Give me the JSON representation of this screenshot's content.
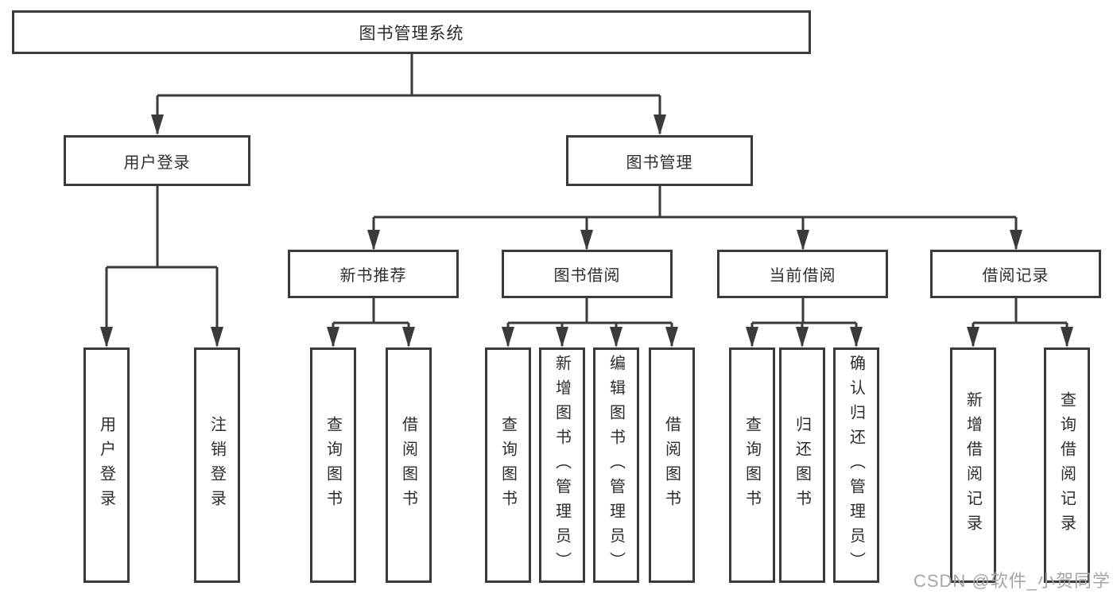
{
  "diagram": {
    "root": {
      "label": "图书管理系统"
    },
    "level2": [
      {
        "label": "用户登录",
        "children": [
          {
            "label": "用户登录"
          },
          {
            "label": "注销登录"
          }
        ]
      },
      {
        "label": "图书管理",
        "children": [
          {
            "label": "新书推荐",
            "children": [
              {
                "label": "查询图书"
              },
              {
                "label": "借阅图书"
              }
            ]
          },
          {
            "label": "图书借阅",
            "children": [
              {
                "label": "查询图书"
              },
              {
                "label": "新增图书（管理员）"
              },
              {
                "label": "编辑图书（管理员）"
              },
              {
                "label": "借阅图书"
              }
            ]
          },
          {
            "label": "当前借阅",
            "children": [
              {
                "label": "查询图书"
              },
              {
                "label": "归还图书"
              },
              {
                "label": "确认归还（管理员）"
              }
            ]
          },
          {
            "label": "借阅记录",
            "children": [
              {
                "label": "新增借阅记录"
              },
              {
                "label": "查询借阅记录"
              }
            ]
          }
        ]
      }
    ]
  },
  "watermark": "CSDN @软件_小贺同学",
  "colors": {
    "line": "#3a3a3a",
    "border": "#3a3a3a",
    "text": "#2d2d2d",
    "watermark": "#a6a6a6",
    "background": "#ffffff"
  }
}
